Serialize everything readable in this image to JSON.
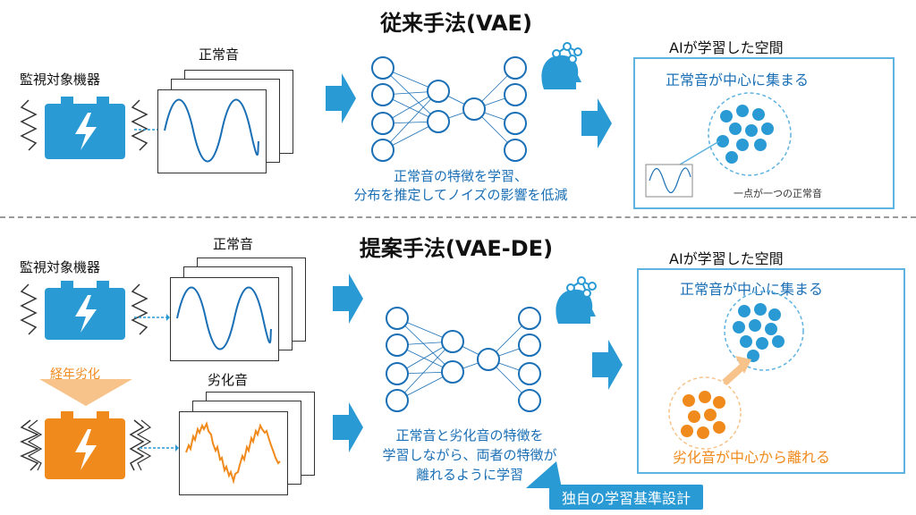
{
  "top": {
    "title": "従来手法(VAE)",
    "device_label": "監視対象機器",
    "normal_sound_label": "正常音",
    "caption_line1": "正常音の特徴を学習、",
    "caption_line2": "分布を推定してノイズの影響を低減",
    "space_title": "AIが学習した空間",
    "space_note": "正常音が中心に集まる",
    "dot_note": "一点が一つの正常音"
  },
  "bottom": {
    "title": "提案手法(VAE-DE)",
    "device_label": "監視対象機器",
    "normal_sound_label": "正常音",
    "aging_label": "経年劣化",
    "degraded_sound_label": "劣化音",
    "caption_line1": "正常音と劣化音の特徴を",
    "caption_line2": "学習しながら、両者の特徴が",
    "caption_line3": "離れるように学習",
    "space_title": "AIが学習した空間",
    "space_note_normal": "正常音が中心に集まる",
    "space_note_degraded": "劣化音が中心から離れる",
    "tag": "独自の学習基準設計"
  },
  "colors": {
    "blue": "#2a9ad4",
    "dark_blue": "#1a6fb5",
    "orange": "#f08a1c",
    "light_blue": "#5fb3e0"
  },
  "icons": [
    "battery-icon",
    "vibration-icon",
    "ai-head-icon",
    "arrow-icon",
    "neural-network-icon"
  ]
}
